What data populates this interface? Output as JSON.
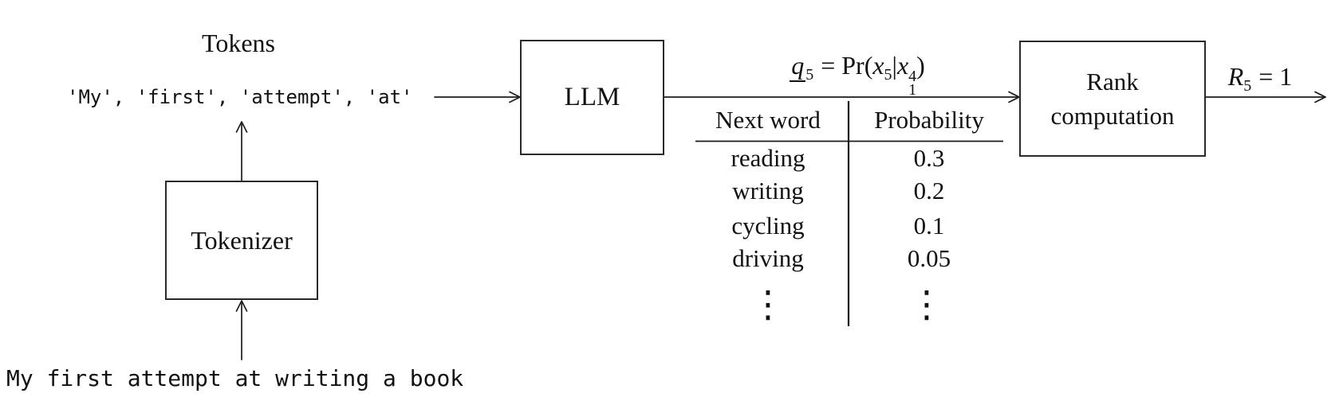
{
  "diagram": {
    "tokens_label": "Tokens",
    "token_list": "'My', 'first', 'attempt', 'at'",
    "input_sentence": "My first attempt at writing a book",
    "llm_label": "LLM",
    "tokenizer_label": "Tokenizer",
    "rank_label_line1": "Rank",
    "rank_label_line2": "computation",
    "formula": {
      "q": "q",
      "qsub": "5",
      "eq": "= Pr(",
      "x1": "x",
      "x1sub": "5",
      "bar": "|",
      "x2": "x",
      "x2sup": "4",
      "x2sub": "1",
      "close": ")"
    },
    "rank_result": {
      "r": "R",
      "sub": "5",
      "eq": "= 1"
    },
    "table": {
      "headers": [
        "Next word",
        "Probability"
      ],
      "rows": [
        [
          "reading",
          "0.3"
        ],
        [
          "writing",
          "0.2"
        ],
        [
          "cycling",
          "0.1"
        ],
        [
          "driving",
          "0.05"
        ]
      ],
      "ellipsis": "⋮"
    },
    "colors": {
      "ink": "#1a1a1a",
      "background": "#ffffff"
    }
  }
}
